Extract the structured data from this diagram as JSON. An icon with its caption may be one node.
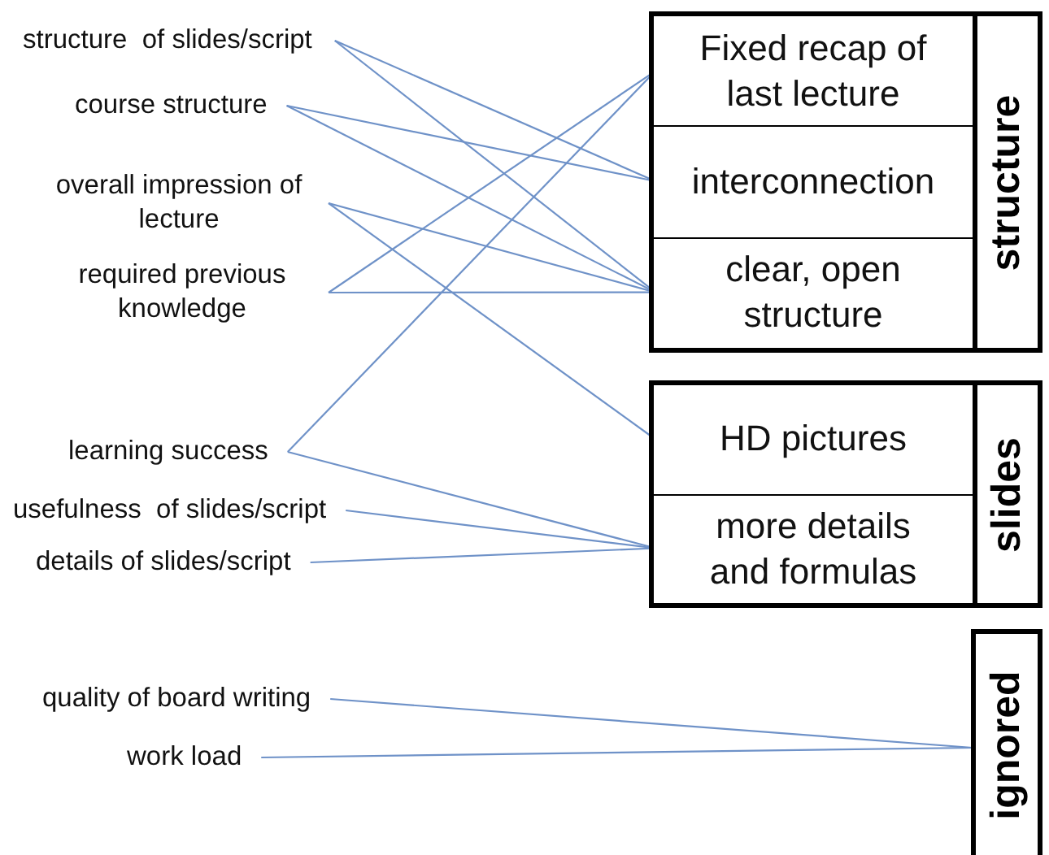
{
  "diagram": {
    "nodes": [
      {
        "text": [
          "structure  of slides/script"
        ]
      },
      {
        "text": [
          "course structure"
        ]
      },
      {
        "text": [
          "overall impression of lecture"
        ]
      },
      {
        "text": [
          "required previous knowledge"
        ]
      },
      {
        "text": [
          "learning success"
        ]
      },
      {
        "text": [
          "usefulness  of slides/script"
        ]
      },
      {
        "text": [
          "details of slides/script"
        ]
      },
      {
        "text": [
          "quality of board writing"
        ]
      },
      {
        "text": [
          "work load"
        ]
      },
      {
        "text": [
          "structure"
        ]
      },
      {
        "text": [
          "Fixed recap of last lecture"
        ],
        "in": 9
      },
      {
        "text": [
          "interconnection"
        ],
        "in": 9
      },
      {
        "text": [
          "clear, open structure"
        ],
        "in": 9
      },
      {
        "text": [
          "slides"
        ]
      },
      {
        "text": [
          "HD pictures"
        ],
        "in": 13
      },
      {
        "text": [
          "more details and formulas"
        ],
        "in": 13
      },
      {
        "text": [
          "ignored"
        ]
      }
    ],
    "edges": [
      {
        "from": 0,
        "to": 11,
        "arrow": "none"
      },
      {
        "from": 0,
        "to": 12,
        "arrow": "none"
      },
      {
        "from": 1,
        "to": 11,
        "arrow": "none"
      },
      {
        "from": 1,
        "to": 12,
        "arrow": "none"
      },
      {
        "from": 2,
        "to": 12,
        "arrow": "none"
      },
      {
        "from": 2,
        "to": 14,
        "arrow": "none"
      },
      {
        "from": 3,
        "to": 10,
        "arrow": "none"
      },
      {
        "from": 3,
        "to": 12,
        "arrow": "none"
      },
      {
        "from": 4,
        "to": 10,
        "arrow": "none"
      },
      {
        "from": 4,
        "to": 15,
        "arrow": "none"
      },
      {
        "from": 5,
        "to": 15,
        "arrow": "none"
      },
      {
        "from": 6,
        "to": 15,
        "arrow": "none"
      },
      {
        "from": 7,
        "to": 16,
        "arrow": "none"
      },
      {
        "from": 8,
        "to": 16,
        "arrow": "none"
      }
    ]
  }
}
